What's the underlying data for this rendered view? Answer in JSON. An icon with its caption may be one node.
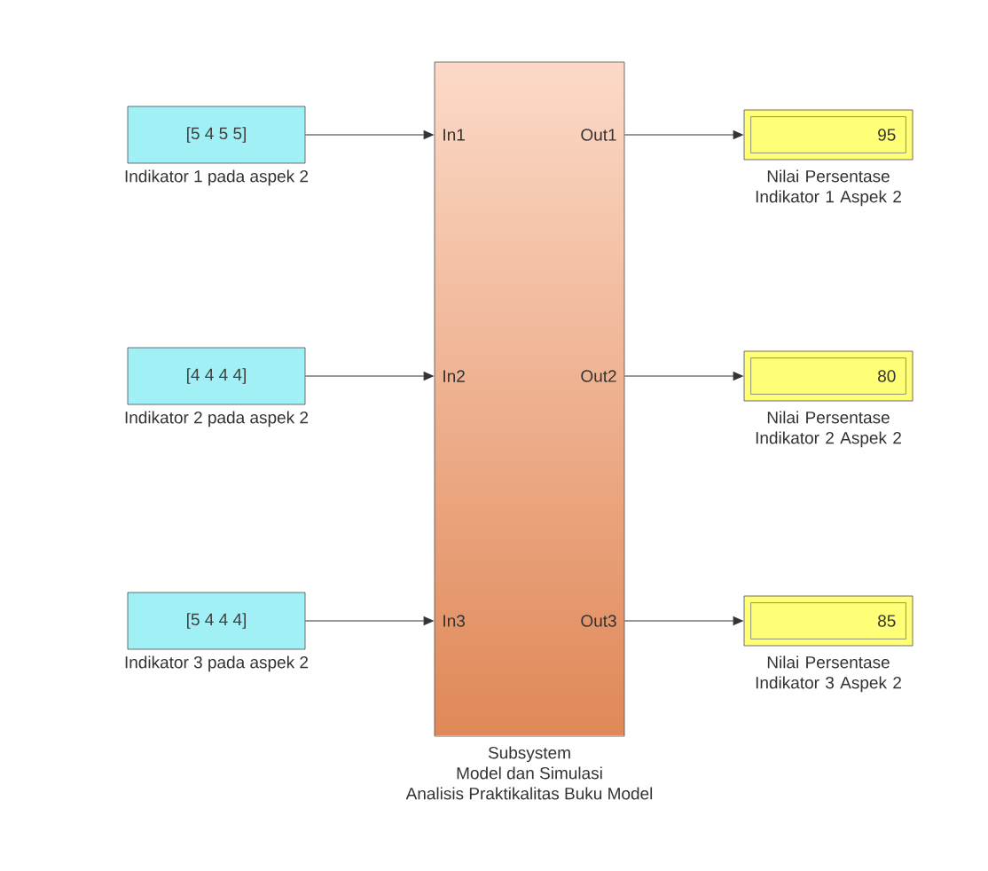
{
  "diagram": {
    "nodes": [
      {
        "text": [
          "[5 4 5 5]"
        ],
        "beside": [
          "Indikator 1 pada aspek 2"
        ]
      },
      {
        "text": [
          "[4 4 4 4]"
        ],
        "beside": [
          "Indikator 2 pada aspek 2"
        ]
      },
      {
        "text": [
          "[5 4 4 4]"
        ],
        "beside": [
          "Indikator 3 pada aspek 2"
        ]
      },
      {
        "text": [
          "In1",
          "In2",
          "In3",
          "Out1",
          "Out2",
          "Out3"
        ],
        "beside": [
          "Subsystem",
          "Model dan Simulasi",
          "Analisis Praktikalitas Buku Model"
        ]
      },
      {
        "text": [
          "95"
        ],
        "beside": [
          "Nilai Persentase Indikator 1 Aspek 2"
        ]
      },
      {
        "text": [
          "80"
        ],
        "beside": [
          "Nilai Persentase Indikator 2 Aspek 2"
        ]
      },
      {
        "text": [
          "85"
        ],
        "beside": [
          "Nilai Persentase Indikator 3 Aspek 2"
        ]
      }
    ],
    "edges": [
      {
        "from": 0,
        "to": 3,
        "arrow": "to"
      },
      {
        "from": 1,
        "to": 3,
        "arrow": "to"
      },
      {
        "from": 2,
        "to": 3,
        "arrow": "to"
      },
      {
        "from": 3,
        "to": 4,
        "arrow": "to"
      },
      {
        "from": 3,
        "to": 5,
        "arrow": "to"
      },
      {
        "from": 3,
        "to": 6,
        "arrow": "to"
      }
    ]
  }
}
